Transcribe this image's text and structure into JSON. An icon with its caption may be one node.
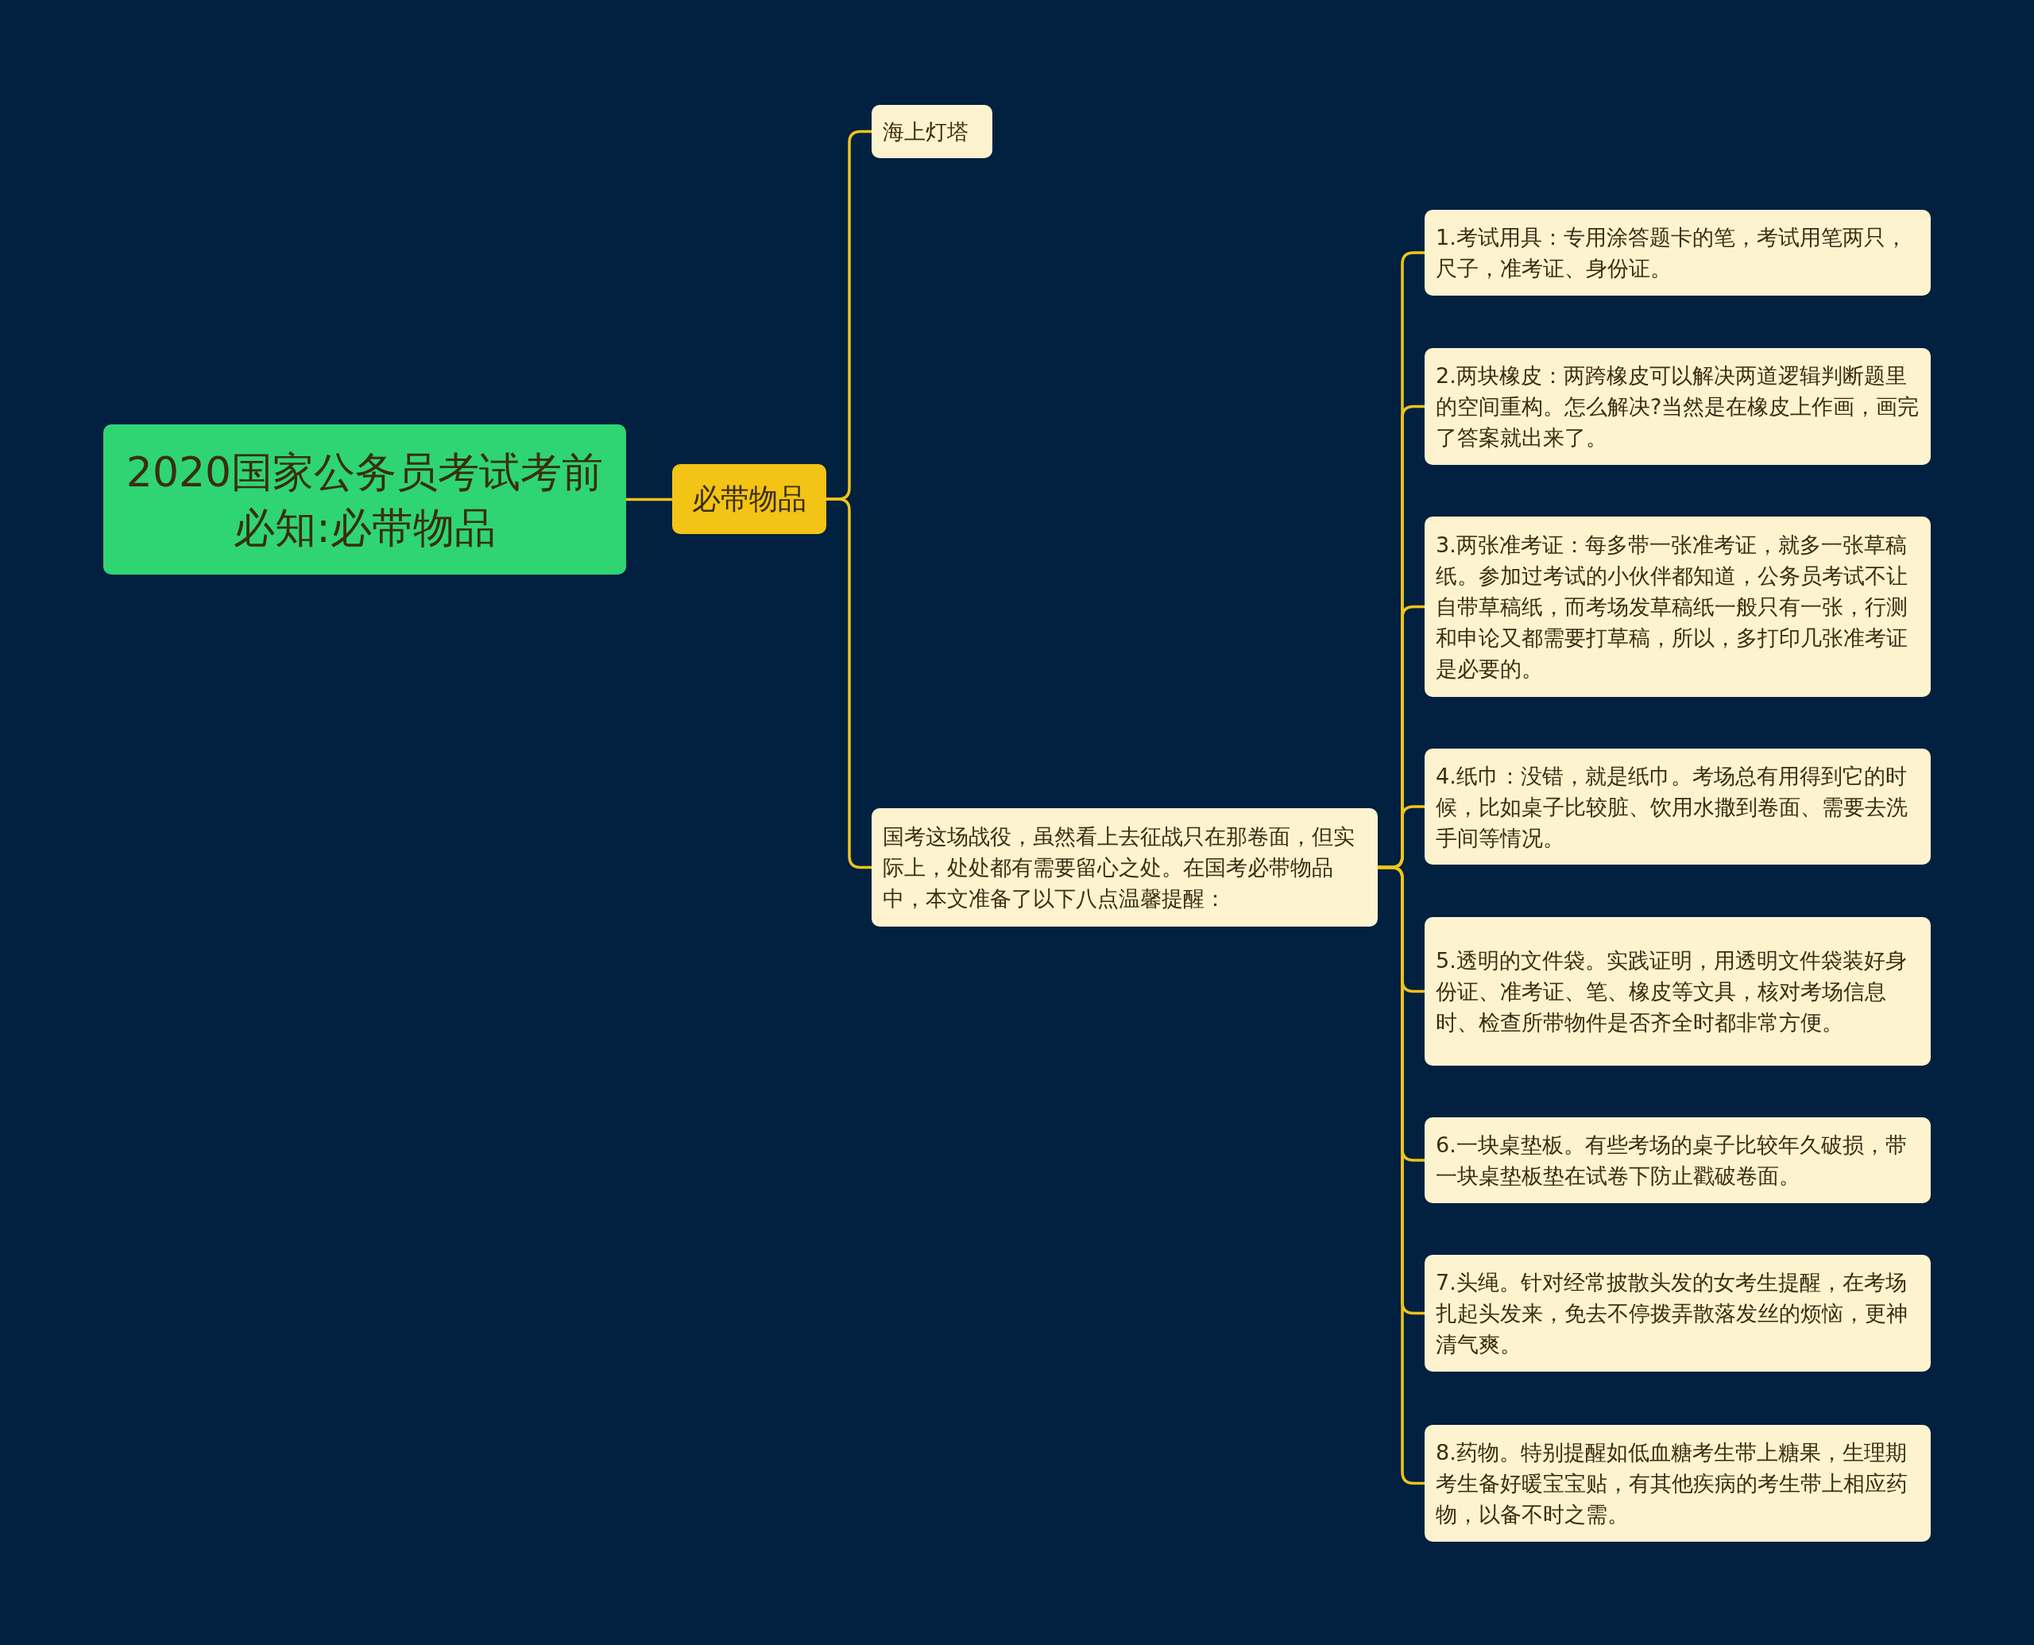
{
  "diagram": {
    "nodes": [
      {
        "text": [
          "2020国家公务员考试考前必知:必带物品"
        ]
      },
      {
        "text": [
          "必带物品"
        ]
      },
      {
        "text": [
          "海上灯塔"
        ]
      },
      {
        "text": [
          "国考这场战役，虽然看上去征战只在那卷面，但实际上，处处都有需要留心之处。在国考必带物品中，本文准备了以下八点温馨提醒："
        ]
      },
      {
        "text": [
          "1.考试用具：专用涂答题卡的笔，考试用笔两只，尺子，准考证、身份证。"
        ]
      },
      {
        "text": [
          "2.两块橡皮：两跨橡皮可以解决两道逻辑判断题里的空间重构。怎么解决?当然是在橡皮上作画，画完了答案就出来了。"
        ]
      },
      {
        "text": [
          "3.两张准考证：每多带一张准考证，就多一张草稿纸。参加过考试的小伙伴都知道，公务员考试不让自带草稿纸，而考场发草稿纸一般只有一张，行测和申论又都需要打草稿，所以，多打印几张准考证是必要的。"
        ]
      },
      {
        "text": [
          "4.纸巾：没错，就是纸巾。考场总有用得到它的时候，比如桌子比较脏、饮用水撒到卷面、需要去洗手间等情况。"
        ]
      },
      {
        "text": [
          "5.透明的文件袋。实践证明，用透明文件袋装好身份证、准考证、笔、橡皮等文具，核对考场信息时、检查所带物件是否齐全时都非常方便。"
        ]
      },
      {
        "text": [
          "6.一块桌垫板。有些考场的桌子比较年久破损，带一块桌垫板垫在试卷下防止戳破卷面。"
        ]
      },
      {
        "text": [
          "7.头绳。针对经常披散头发的女考生提醒，在考场扎起头发来，免去不停拨弄散落发丝的烦恼，更神清气爽。"
        ]
      },
      {
        "text": [
          "8.药物。特别提醒如低血糖考生带上糖果，生理期考生备好暖宝宝贴，有其他疾病的考生带上相应药物，以备不时之需。"
        ]
      }
    ],
    "edges": [
      {
        "from": 0,
        "to": 1,
        "arrow": "none"
      },
      {
        "from": 1,
        "to": 2,
        "arrow": "none"
      },
      {
        "from": 1,
        "to": 3,
        "arrow": "none"
      },
      {
        "from": 3,
        "to": 4,
        "arrow": "none"
      },
      {
        "from": 3,
        "to": 5,
        "arrow": "none"
      },
      {
        "from": 3,
        "to": 6,
        "arrow": "none"
      },
      {
        "from": 3,
        "to": 7,
        "arrow": "none"
      },
      {
        "from": 3,
        "to": 8,
        "arrow": "none"
      },
      {
        "from": 3,
        "to": 9,
        "arrow": "none"
      },
      {
        "from": 3,
        "to": 10,
        "arrow": "none"
      },
      {
        "from": 3,
        "to": 11,
        "arrow": "none"
      }
    ]
  }
}
